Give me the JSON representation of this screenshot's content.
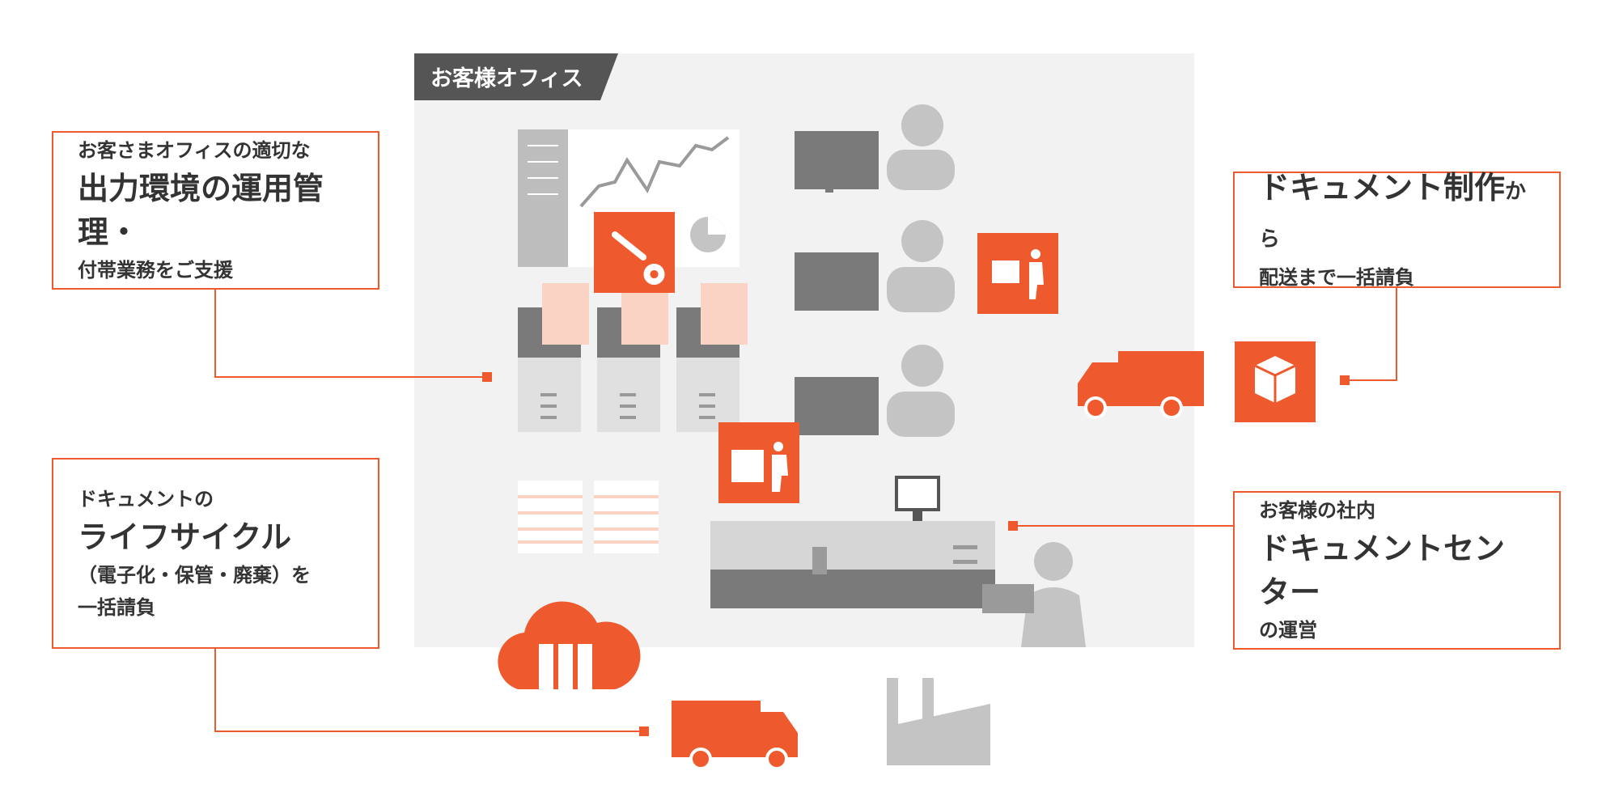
{
  "office": {
    "label": "お客様オフィス"
  },
  "callouts": {
    "output_mgmt": {
      "line1": "お客さまオフィスの適切な",
      "line2": "出力環境の運用管理・",
      "line3": "付帯業務をご支援"
    },
    "lifecycle": {
      "line1": "ドキュメントの",
      "line2": "ライフサイクル",
      "line3": "（電子化・保管・廃棄）を",
      "line4": "一括請負"
    },
    "production": {
      "line1_main": "ドキュメント制作",
      "line1_sub": "から",
      "line2": "配送まで一括請負"
    },
    "doc_center": {
      "line1": "お客様の社内",
      "line2": "ドキュメントセンター",
      "line3": "の運営"
    }
  },
  "colors": {
    "accent": "#ee5a2e",
    "office_bg": "#f2f2f2",
    "tag_bg": "#555555",
    "gray_dark": "#7a7a7a",
    "gray_mid": "#9a9a9a",
    "gray_light": "#c4c4c4",
    "paper": "#fbd3c4"
  },
  "icons": [
    "wrench-icon",
    "paper-delivery-icon",
    "copier-operator-icon",
    "package-box-icon",
    "truck-icon",
    "cloud-archive-icon",
    "factory-icon"
  ]
}
